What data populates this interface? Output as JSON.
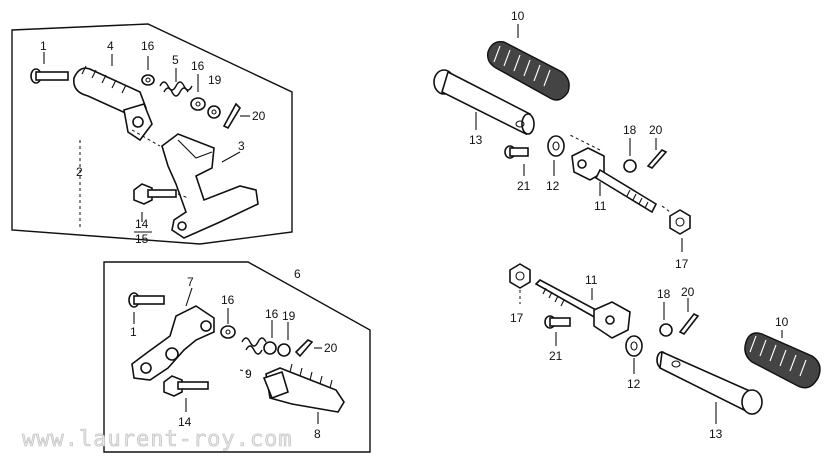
{
  "labels": {
    "l1a": "1",
    "l4a": "4",
    "l16a": "16",
    "l5a": "5",
    "l16b": "16",
    "l19a": "19",
    "l20a": "20",
    "l2": "2",
    "l3": "3",
    "l14a": "14",
    "l15": "15",
    "l7": "7",
    "l6": "6",
    "l16c": "16",
    "l16d": "16",
    "l19b": "19",
    "l20b": "20",
    "l1b": "1",
    "l9": "9",
    "l14b": "14",
    "l8": "8",
    "l10a": "10",
    "l13a": "13",
    "l18a": "18",
    "l20c": "20",
    "l21a": "21",
    "l12a": "12",
    "l11a": "11",
    "l17a": "17",
    "l11b": "11",
    "l17b": "17",
    "l18b": "18",
    "l20d": "20",
    "l21b": "21",
    "l12b": "12",
    "l10b": "10",
    "l13b": "13"
  },
  "watermark": "www.laurent-roy.com"
}
